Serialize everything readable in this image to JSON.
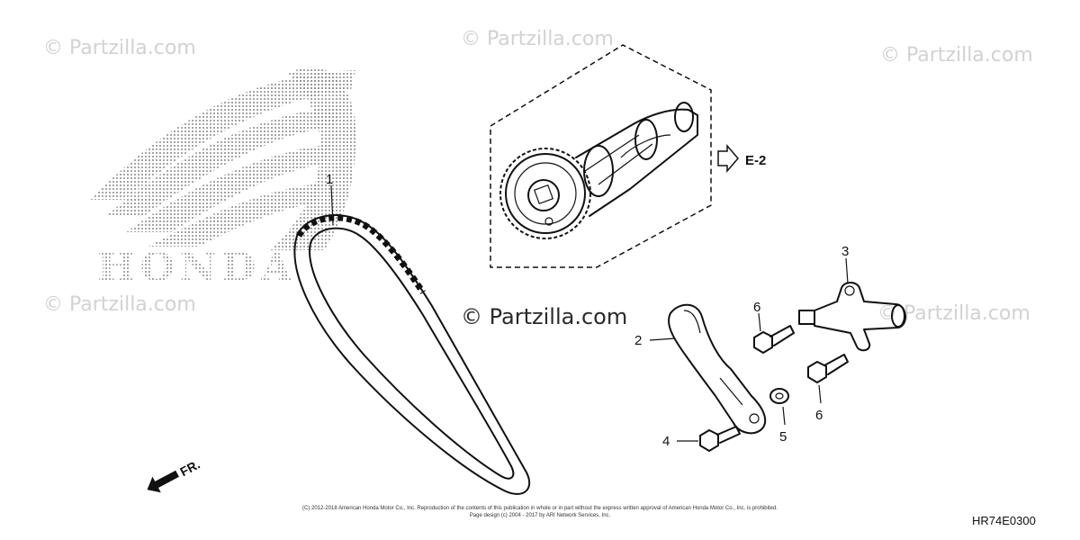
{
  "watermarks": {
    "top_left": "© Partzilla.com",
    "top_center": "© Partzilla.com",
    "top_right": "© Partzilla.com",
    "mid_left": "© Partzilla.com",
    "mid_right": "© Partzilla.com",
    "center": "© Partzilla.com"
  },
  "logo": {
    "brand": "HONDA"
  },
  "callouts": {
    "cam_chain": "1",
    "tensioner_arm": "2",
    "tensioner_lifter": "3",
    "bolt_4": "4",
    "washer": "5",
    "bolt_6_upper": "6",
    "bolt_6_lower": "6"
  },
  "reference": {
    "label": "E-2"
  },
  "direction": {
    "label": "FR."
  },
  "footer": {
    "copyright_line1": "(C) 2012-2018 American Honda Motor Co., Inc. Reproduction of the contents of this publication in whole or in part without the express written approval of American Honda Motor Co., Inc. is prohibited.",
    "copyright_line2": "Page design (c) 2004 - 2017 by ARI Network Services, Inc.",
    "diagram_code": "HR74E0300"
  }
}
